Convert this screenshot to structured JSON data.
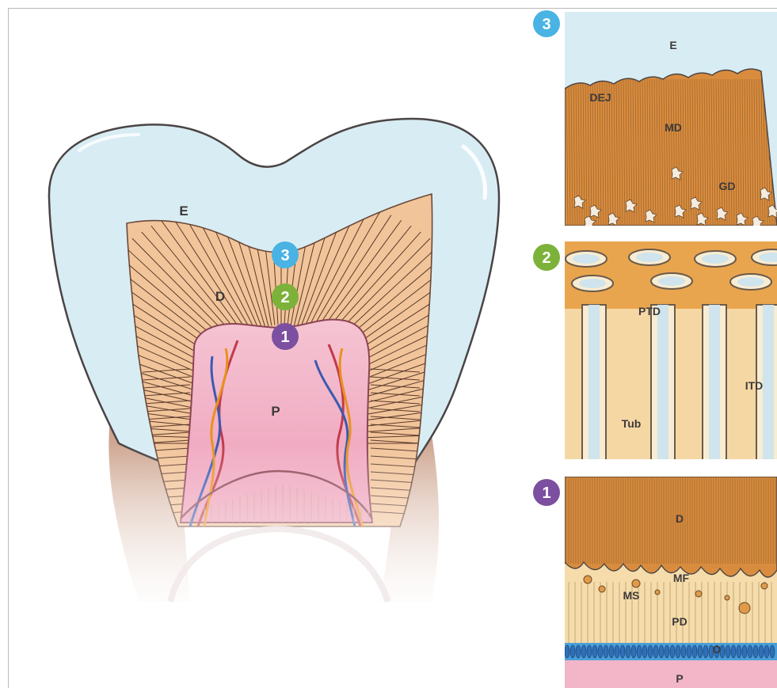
{
  "tooth": {
    "labels": {
      "enamel": "E",
      "dentin": "D",
      "pulp": "P"
    },
    "markers": [
      {
        "number": "3",
        "color": "#49b3e4"
      },
      {
        "number": "2",
        "color": "#7cb23a"
      },
      {
        "number": "1",
        "color": "#7c4fa0"
      }
    ]
  },
  "panels": [
    {
      "marker": "3",
      "marker_color": "#49b3e4",
      "labels": {
        "enamel": "E",
        "junction": "DEJ",
        "mantle_dentin": "MD",
        "globular_dentin": "GD"
      }
    },
    {
      "marker": "2",
      "marker_color": "#7cb23a",
      "labels": {
        "peritubular": "PTD",
        "intertubular": "ITD",
        "tubule": "Tub"
      }
    },
    {
      "marker": "1",
      "marker_color": "#7c4fa0",
      "labels": {
        "dentin": "D",
        "mineralization_front": "MF",
        "mineral_spherules": "MS",
        "predentin": "PD",
        "odontoblasts": "O",
        "pulp": "P"
      }
    }
  ],
  "colors": {
    "enamel": "#d8ecf3",
    "dentin_light": "#f2c49a",
    "dentin_dark": "#d98c3e",
    "pulp": "#f2b6c8",
    "predentin": "#f5dcaa",
    "outline": "#4a4444"
  }
}
